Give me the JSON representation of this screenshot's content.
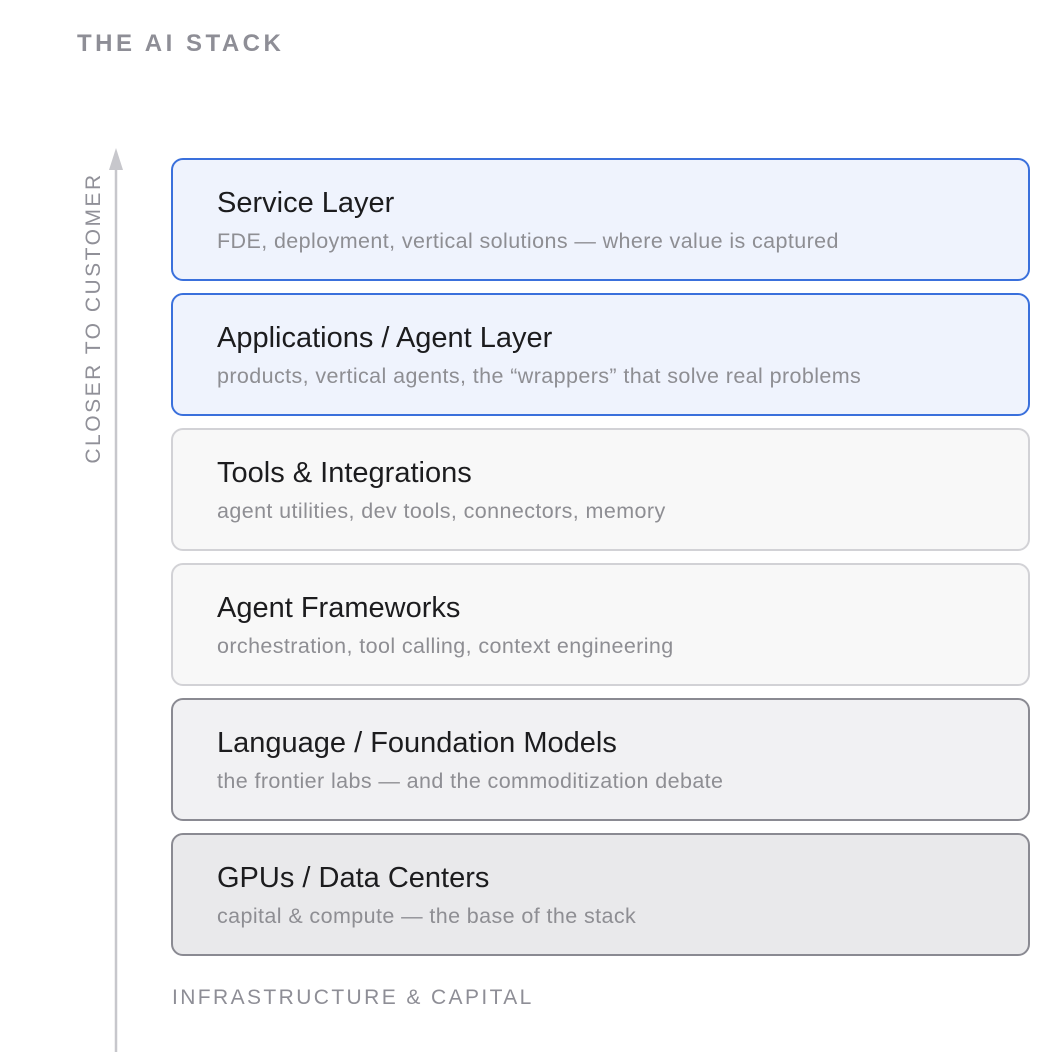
{
  "eyebrow": "THE AI STACK",
  "axis_label": "CLOSER TO CUSTOMER",
  "footer_label": "INFRASTRUCTURE & CAPITAL",
  "layers": [
    {
      "title": "Service Layer",
      "description": "FDE, deployment, vertical solutions — where value is captured"
    },
    {
      "title": "Applications / Agent Layer",
      "description": "products, vertical agents, the “wrappers” that solve real problems"
    },
    {
      "title": "Tools & Integrations",
      "description": "agent utilities, dev tools, connectors, memory"
    },
    {
      "title": "Agent Frameworks",
      "description": "orchestration, tool calling, context engineering"
    },
    {
      "title": "Language / Foundation Models",
      "description": "the frontier labs — and the commoditization debate"
    },
    {
      "title": "GPUs / Data Centers",
      "description": "capital & compute — the base of the stack"
    }
  ],
  "colors": {
    "customer_fill": "#eff3fd",
    "customer_border": "#3a70dc",
    "middle_fill": "#f8f8f8",
    "middle_border": "#d2d2d6",
    "models_fill": "#f1f1f3",
    "infra_fill": "#e9e9eb",
    "dark_border": "#8a8a92",
    "axis": "#c7c7cc"
  }
}
